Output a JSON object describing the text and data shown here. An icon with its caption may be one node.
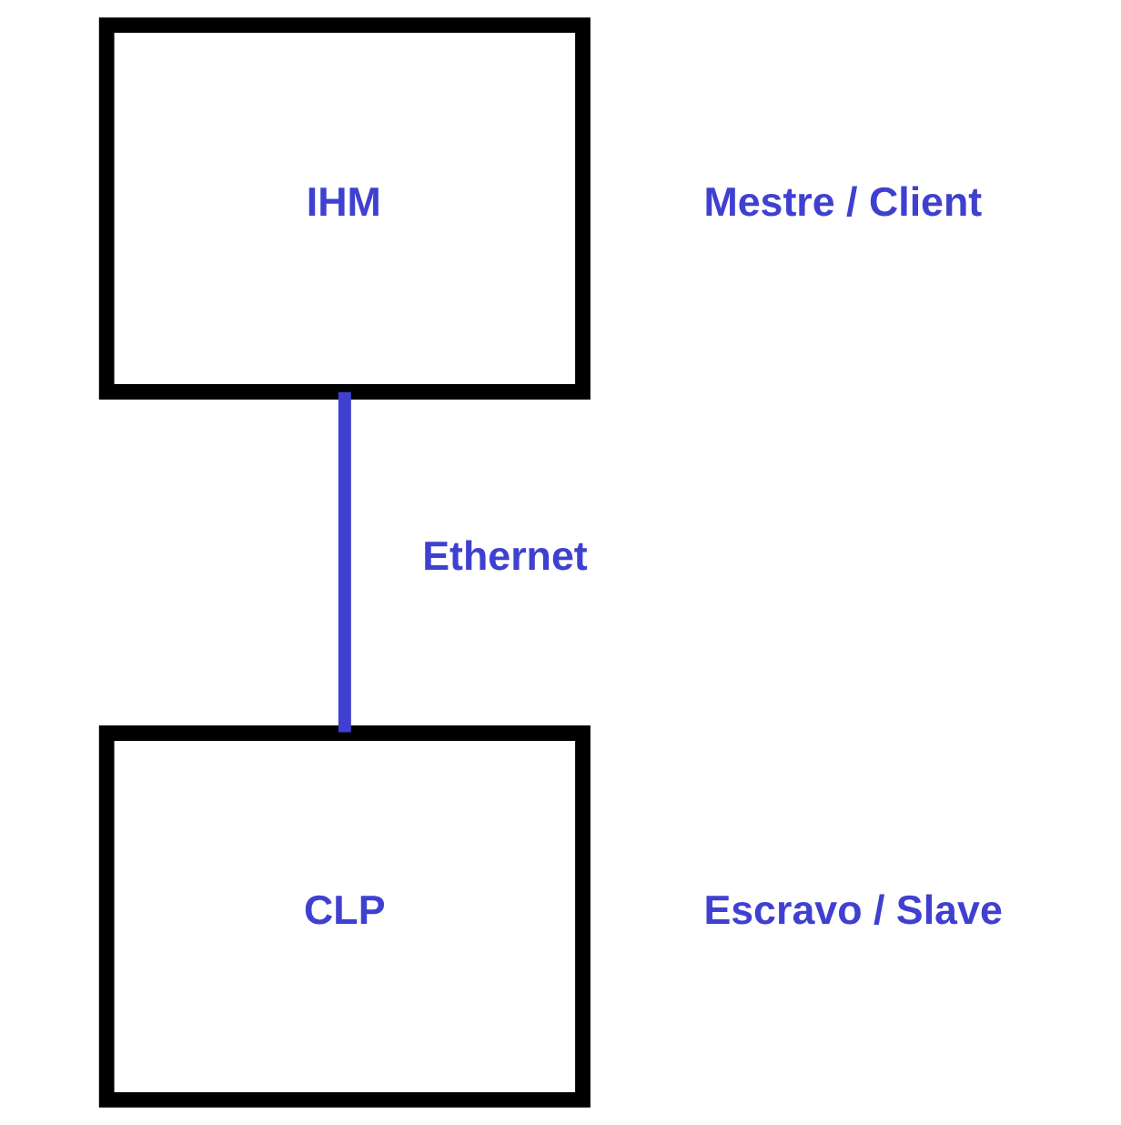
{
  "diagram": {
    "nodes": [
      {
        "text": [
          "IHM"
        ],
        "beside": [
          "Mestre / Client"
        ]
      },
      {
        "text": [
          "CLP"
        ],
        "beside": [
          "Escravo / Slave"
        ]
      }
    ],
    "edges": [
      {
        "from": 0,
        "to": 1,
        "arrow": "none",
        "label": "Ethernet",
        "color": "#4040d0"
      }
    ]
  }
}
